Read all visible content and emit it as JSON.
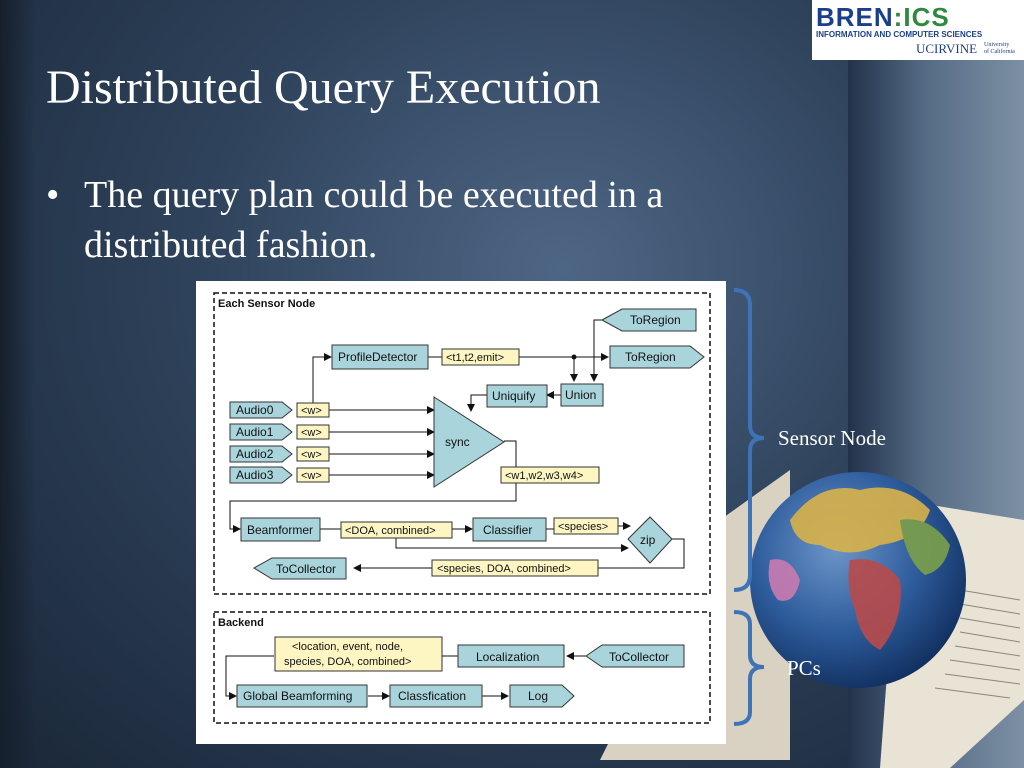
{
  "slide": {
    "title": "Distributed Query Execution",
    "bullet_marker": "•",
    "bullet": "The query plan could be executed in a distributed fashion."
  },
  "logo": {
    "brand_left": "BREN",
    "brand_sep": ":",
    "brand_right": "ICS",
    "subtitle": "INFORMATION AND COMPUTER SCIENCES",
    "uc_main": "UCIRVINE",
    "uc_small_1": "University",
    "uc_small_2": "of California"
  },
  "diagram": {
    "sensor_group": "Each Sensor Node",
    "backend_group": "Backend",
    "nodes": {
      "toregion_in": "ToRegion",
      "toregion_out": "ToRegion",
      "profile_detector": "ProfileDetector",
      "t1t2emit": "<t1,t2,emit>",
      "uniquify": "Uniquify",
      "union": "Union",
      "audio0": "Audio0",
      "audio1": "Audio1",
      "audio2": "Audio2",
      "audio3": "Audio3",
      "w0": "<w>",
      "w1": "<w>",
      "w2": "<w>",
      "w3": "<w>",
      "sync": "sync",
      "w1w2w3w4": "<w1,w2,w3,w4>",
      "beamformer": "Beamformer",
      "doa_combined": "<DOA, combined>",
      "classifier": "Classifier",
      "species": "<species>",
      "zip": "zip",
      "species_doa_combined": "<species, DOA, combined>",
      "tocollector_sensor": "ToCollector",
      "location_line1": "<location, event, node,",
      "location_line2": "species, DOA, combined>",
      "localization": "Localization",
      "tocollector_backend": "ToCollector",
      "global_beamforming": "Global Beamforming",
      "classfication": "Classfication",
      "log": "Log"
    }
  },
  "labels": {
    "sensor_node": "Sensor Node",
    "pcs": "PCs"
  },
  "colors": {
    "box_fill": "#a9d4dc",
    "tag_fill": "#fdf6c3",
    "bracket": "#3f73b8"
  }
}
